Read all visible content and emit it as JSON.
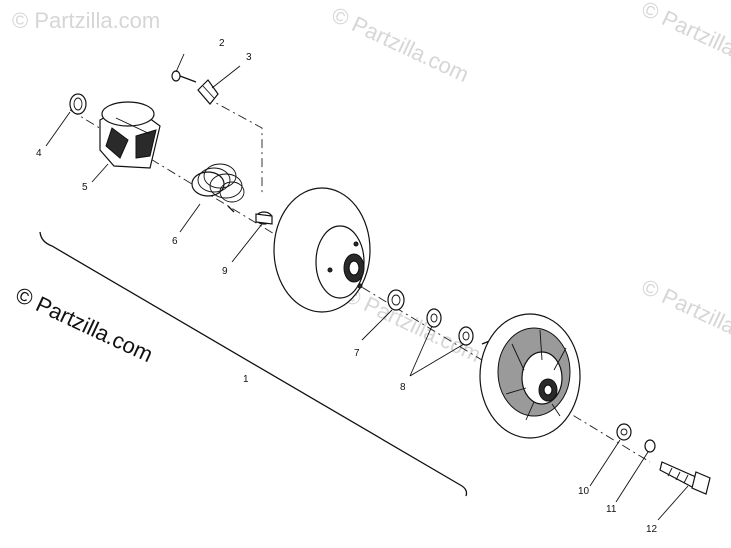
{
  "watermarks": {
    "main": "© Partzilla.com",
    "repeat": "© Partzilla.com"
  },
  "callouts": [
    {
      "id": "1",
      "text": "1"
    },
    {
      "id": "2",
      "text": "2"
    },
    {
      "id": "3",
      "text": "3"
    },
    {
      "id": "4",
      "text": "4"
    },
    {
      "id": "5",
      "text": "5"
    },
    {
      "id": "6",
      "text": "6"
    },
    {
      "id": "7",
      "text": "7"
    },
    {
      "id": "8",
      "text": "8"
    },
    {
      "id": "9",
      "text": "9"
    },
    {
      "id": "10",
      "text": "10"
    },
    {
      "id": "11",
      "text": "11"
    },
    {
      "id": "12",
      "text": "12"
    }
  ]
}
